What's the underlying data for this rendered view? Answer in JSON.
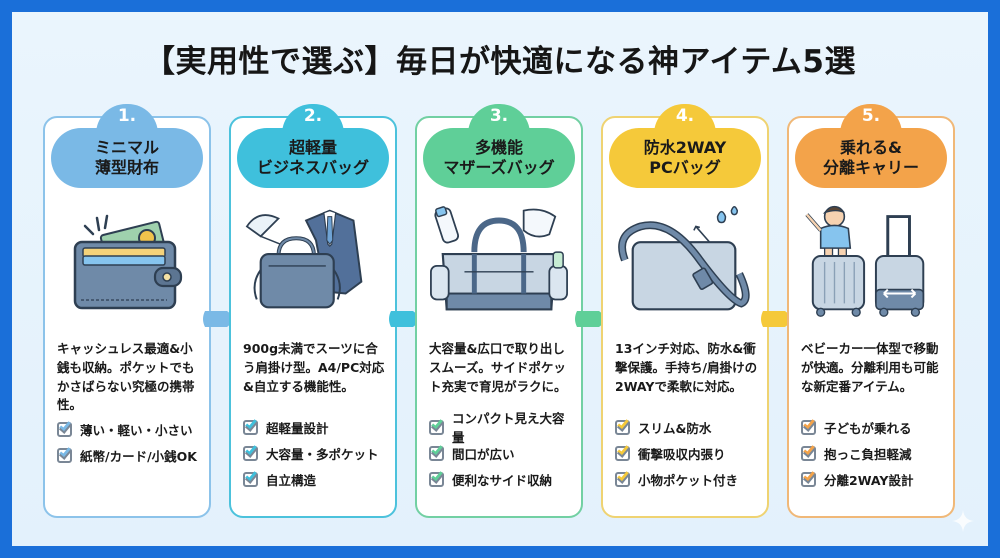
{
  "title": "【実用性で選ぶ】毎日が快適になる神アイテム5選",
  "colors": {
    "outer_border": "#1a6fd9",
    "background": "#e6f3fc",
    "card1": "#7ab9e6",
    "card2": "#3fc0dc",
    "card3": "#5fcf98",
    "card4": "#f5c93a",
    "card5": "#f3a34a"
  },
  "cards": [
    {
      "number": "1.",
      "title_line1": "ミニマル",
      "title_line2": "薄型財布",
      "illustration": "wallet-icon",
      "description": "キャッシュレス最適&小銭も収納。ポケットでもかさばらない究極の携帯性。",
      "features": [
        "薄い・軽い・小さい",
        "紙幣/カード/小銭OK"
      ]
    },
    {
      "number": "2.",
      "title_line1": "超軽量",
      "title_line2": "ビジネスバッグ",
      "illustration": "business-bag-icon",
      "description": "900g未満でスーツに合う肩掛け型。A4/PC対応&自立する機能性。",
      "features": [
        "超軽量設計",
        "大容量・多ポケット",
        "自立構造"
      ]
    },
    {
      "number": "3.",
      "title_line1": "多機能",
      "title_line2": "マザーズバッグ",
      "illustration": "mothers-bag-icon",
      "description": "大容量&広口で取り出しスムーズ。サイドポケット充実で育児がラクに。",
      "features": [
        "コンパクト見え大容量",
        "間口が広い",
        "便利なサイド収納"
      ]
    },
    {
      "number": "4.",
      "title_line1": "防水2WAY",
      "title_line2": "PCバッグ",
      "illustration": "pc-bag-icon",
      "description": "13インチ対応、防水&衝撃保護。手持ち/肩掛けの2WAYで柔軟に対応。",
      "features": [
        "スリム&防水",
        "衝撃吸収内張り",
        "小物ポケット付き"
      ]
    },
    {
      "number": "5.",
      "title_line1": "乗れる&",
      "title_line2": "分離キャリー",
      "illustration": "carry-suitcase-icon",
      "description": "ベビーカー一体型で移動が快適。分離利用も可能な新定番アイテム。",
      "features": [
        "子どもが乗れる",
        "抱っこ負担軽減",
        "分離2WAY設計"
      ]
    }
  ]
}
